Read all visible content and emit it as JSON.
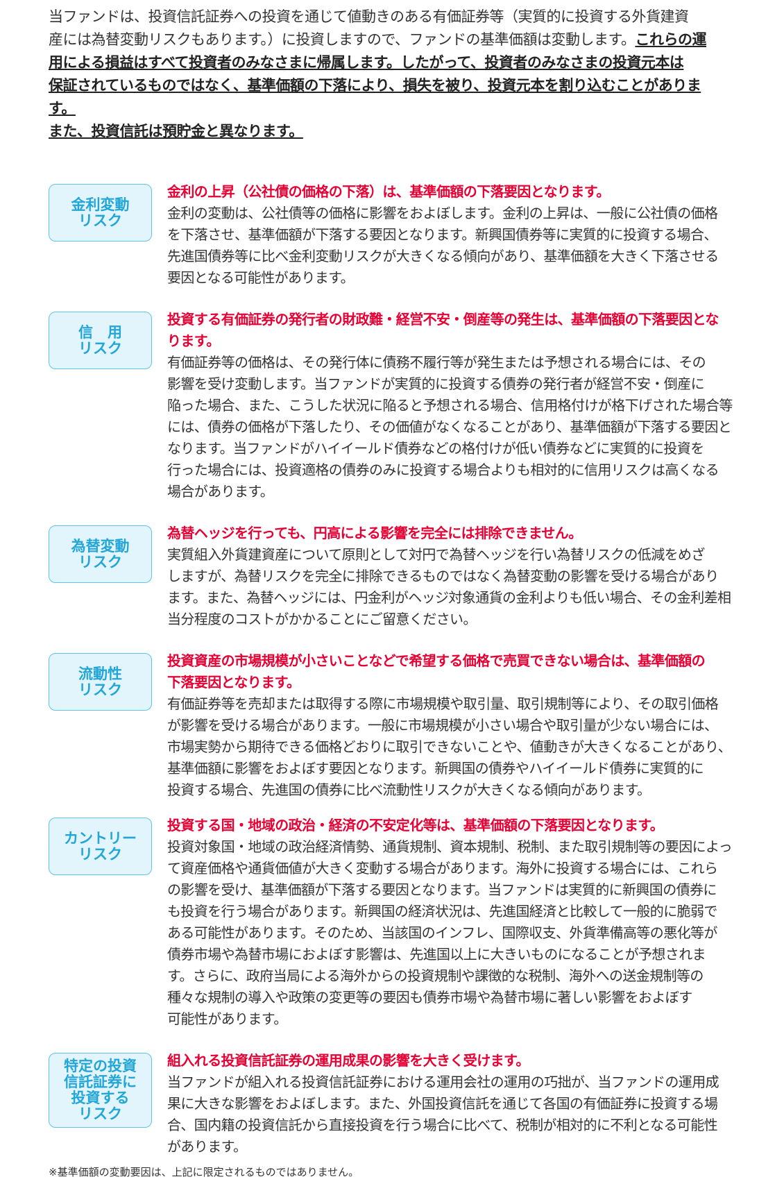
{
  "intro": {
    "plain": [
      "当ファンドは、投資信託証券への投資を通じて値動きのある有価証券等（実質的に投資する外貨建資",
      "産には為替変動リスクもあります。）に投資しますので、ファンドの基準価額は変動します。"
    ],
    "underlined_first": "これらの運",
    "underlined": [
      "用による損益はすべて投資者のみなさまに帰属します。したがって、投資者のみなさまの投資元本は",
      "保証されているものではなく、基準価額の下落により、損失を被り、投資元本を割り込むことがありま",
      "す。",
      "また、投資信託は預貯金と異なります。"
    ]
  },
  "risks": [
    {
      "badge": [
        "金利変動",
        "リスク"
      ],
      "headline": [
        "金利の上昇（公社債の価格の下落）は、基準価額の下落要因となります。"
      ],
      "body": [
        "金利の変動は、公社債等の価格に影響をおよぼします。金利の上昇は、一般に公社債の価格",
        "を下落させ、基準価額が下落する要因となります。新興国債券等に実質的に投資する場合、",
        "先進国債券等に比べ金利変動リスクが大きくなる傾向があり、基準価額を大きく下落させる",
        "要因となる可能性があります。"
      ]
    },
    {
      "badge": [
        "信　用",
        "リスク"
      ],
      "headline": [
        "投資する有価証券の発行者の財政難・経営不安・倒産等の発生は、基準価額の下落要因とな",
        "ります。"
      ],
      "body": [
        "有価証券等の価格は、その発行体に債務不履行等が発生または予想される場合には、その",
        "影響を受け変動します。当ファンドが実質的に投資する債券の発行者が経営不安・倒産に",
        "陥った場合、また、こうした状況に陥ると予想される場合、信用格付けが格下げされた場合等",
        "には、債券の価格が下落したり、その価値がなくなることがあり、基準価額が下落する要因と",
        "なります。当ファンドがハイイールド債券などの格付けが低い債券などに実質的に投資を",
        "行った場合には、投資適格の債券のみに投資する場合よりも相対的に信用リスクは高くなる",
        "場合があります。"
      ]
    },
    {
      "badge": [
        "為替変動",
        "リスク"
      ],
      "headline": [
        "為替ヘッジを行っても、円高による影響を完全には排除できません。"
      ],
      "body": [
        "実質組入外貨建資産について原則として対円で為替ヘッジを行い為替リスクの低減をめざ",
        "しますが、為替リスクを完全に排除できるものではなく為替変動の影響を受ける場合があり",
        "ます。また、為替ヘッジには、円金利がヘッジ対象通貨の金利よりも低い場合、その金利差相",
        "当分程度のコストがかかることにご留意ください。"
      ]
    },
    {
      "badge": [
        "流動性",
        "リスク"
      ],
      "headline": [
        "投資資産の市場規模が小さいことなどで希望する価格で売買できない場合は、基準価額の",
        "下落要因となります。"
      ],
      "body": [
        "有価証券等を売却または取得する際に市場規模や取引量、取引規制等により、その取引価格",
        "が影響を受ける場合があります。一般に市場規模が小さい場合や取引量が少ない場合には、",
        "市場実勢から期待できる価格どおりに取引できないことや、値動きが大きくなることがあり、",
        "基準価額に影響をおよぼす要因となります。新興国の債券やハイイールド債券に実質的に",
        "投資する場合、先進国の債券に比べ流動性リスクが大きくなる傾向があります。"
      ]
    },
    {
      "badge": [
        "カントリー",
        "リスク"
      ],
      "headline": [
        "投資する国・地域の政治・経済の不安定化等は、基準価額の下落要因となります。"
      ],
      "body": [
        "投資対象国・地域の政治経済情勢、通貨規制、資本規制、税制、また取引規制等の要因によっ",
        "て資産価格や通貨価値が大きく変動する場合があります。海外に投資する場合には、これら",
        "の影響を受け、基準価額が下落する要因となります。当ファンドは実質的に新興国の債券に",
        "も投資を行う場合があります。新興国の経済状況は、先進国経済と比較して一般的に脆弱で",
        "ある可能性があります。そのため、当該国のインフレ、国際収支、外貨準備高等の悪化等が",
        "債券市場や為替市場におよぼす影響は、先進国以上に大きいものになることが予想されま",
        "す。さらに、政府当局による海外からの投資規制や課徴的な税制、海外への送金規制等の",
        "種々な規制の導入や政策の変更等の要因も債券市場や為替市場に著しい影響をおよぼす",
        "可能性があります。"
      ]
    },
    {
      "badge": [
        "特定の投資",
        "信託証券に",
        "投資する",
        "リスク"
      ],
      "headline": [
        "組入れる投資信託証券の運用成果の影響を大きく受けます。"
      ],
      "body": [
        "当ファンドが組入れる投資信託証券における運用会社の運用の巧拙が、当ファンドの運用成",
        "果に大きな影響をおよぼします。また、外国投資信託を通じて各国の有価証券に投資する場",
        "合、国内籍の投資信託から直接投資を行う場合に比べて、税制が相対的に不利となる可能性",
        "があります。"
      ]
    }
  ],
  "footnote": "※基準価額の変動要因は、上記に限定されるものではありません。"
}
